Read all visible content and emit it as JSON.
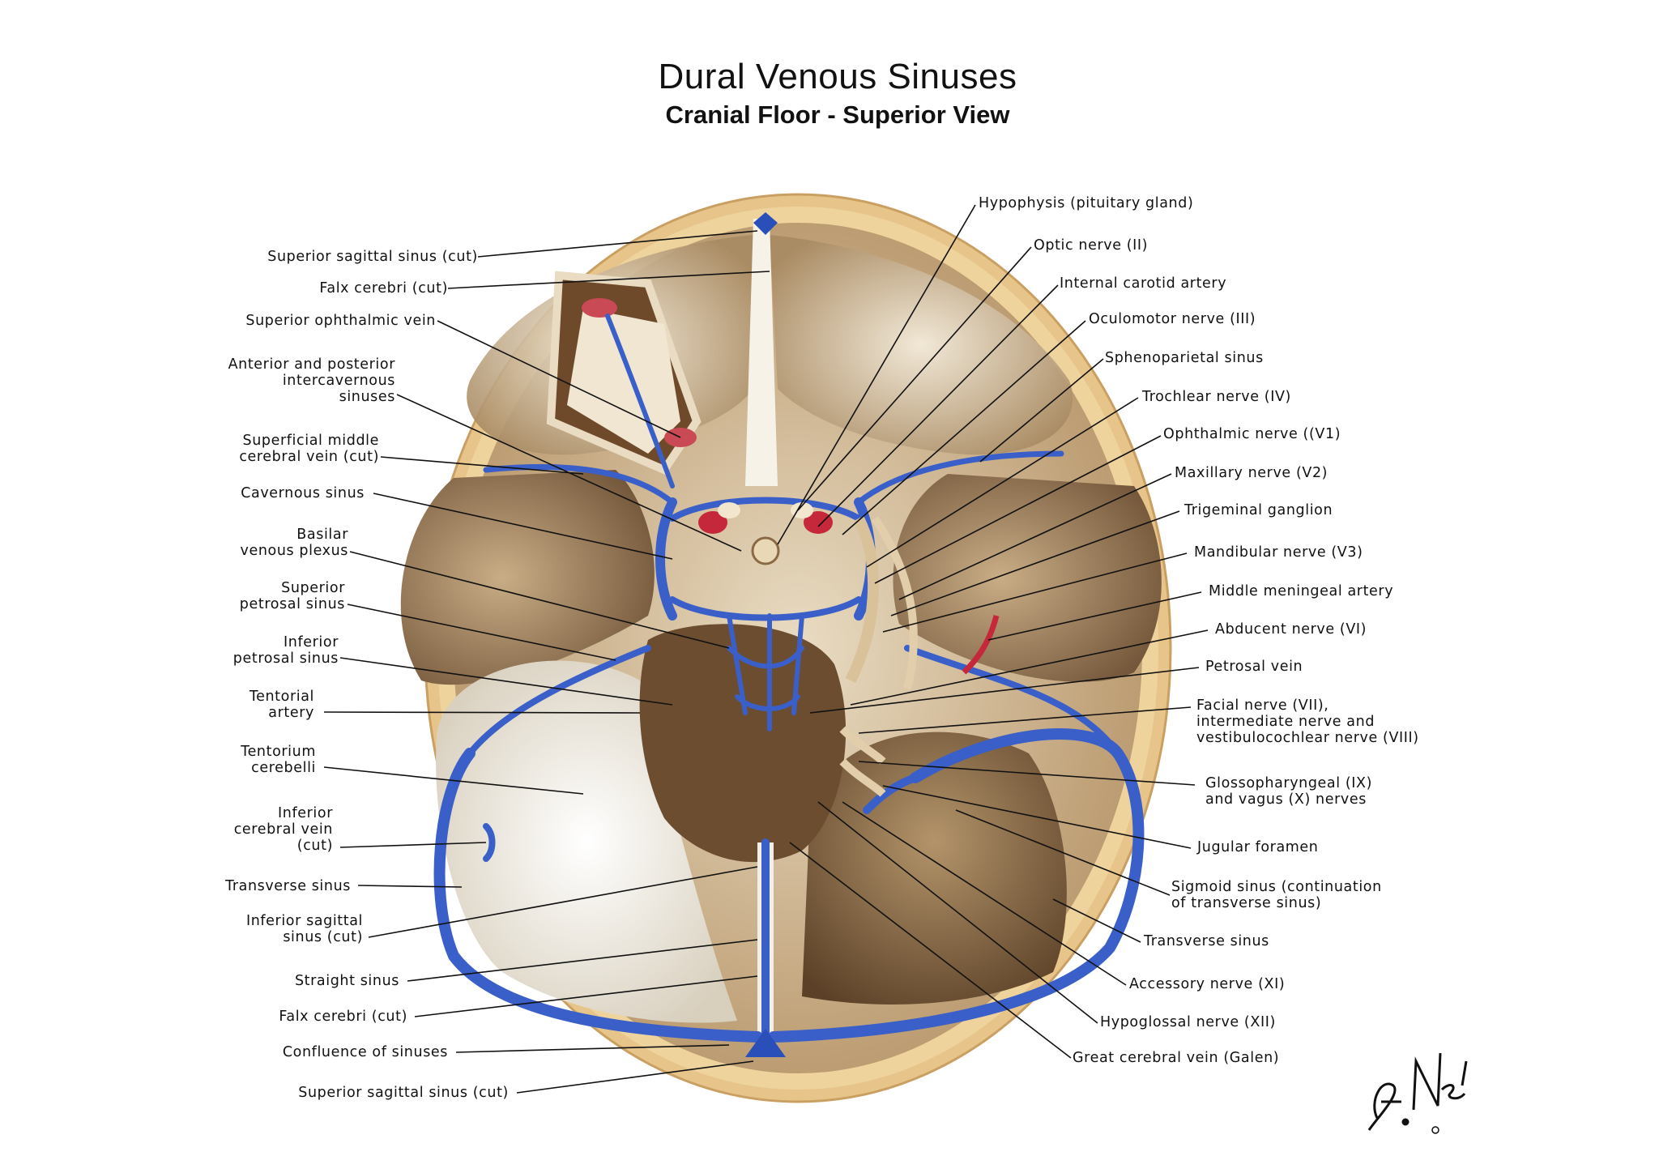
{
  "title": "Dural Venous Sinuses",
  "subtitle": "Cranial Floor - Superior View",
  "labels_left": [
    {
      "id": "superior-sagittal-sinus-cut-top",
      "text": "Superior sagittal sinus (cut)"
    },
    {
      "id": "falx-cerebri-cut-top",
      "text": "Falx cerebri (cut)"
    },
    {
      "id": "superior-ophthalmic-vein",
      "text": "Superior ophthalmic vein"
    },
    {
      "id": "intercavernous-sinuses",
      "text": "Anterior and posterior\nintercavernous\nsinuses"
    },
    {
      "id": "superficial-middle-cerebral-vein",
      "text": "Superficial middle\ncerebral vein (cut)"
    },
    {
      "id": "cavernous-sinus",
      "text": "Cavernous sinus"
    },
    {
      "id": "basilar-venous-plexus",
      "text": "Basilar\nvenous plexus"
    },
    {
      "id": "superior-petrosal-sinus",
      "text": "Superior\npetrosal sinus"
    },
    {
      "id": "inferior-petrosal-sinus",
      "text": "Inferior\npetrosal sinus"
    },
    {
      "id": "tentorial-artery",
      "text": "Tentorial\nartery"
    },
    {
      "id": "tentorium-cerebelli",
      "text": "Tentorium\ncerebelli"
    },
    {
      "id": "inferior-cerebral-vein",
      "text": "Inferior\ncerebral vein\n(cut)"
    },
    {
      "id": "transverse-sinus-left",
      "text": "Transverse sinus"
    },
    {
      "id": "inferior-sagittal-sinus",
      "text": "Inferior sagittal\nsinus (cut)"
    },
    {
      "id": "straight-sinus",
      "text": "Straight sinus"
    },
    {
      "id": "falx-cerebri-cut-bottom",
      "text": "Falx cerebri (cut)"
    },
    {
      "id": "confluence-of-sinuses",
      "text": "Confluence of sinuses"
    },
    {
      "id": "superior-sagittal-sinus-cut-bottom",
      "text": "Superior sagittal sinus (cut)"
    }
  ],
  "labels_right": [
    {
      "id": "hypophysis",
      "text": "Hypophysis (pituitary gland)"
    },
    {
      "id": "optic-nerve",
      "text": "Optic nerve (II)"
    },
    {
      "id": "internal-carotid-artery",
      "text": "Internal carotid artery"
    },
    {
      "id": "oculomotor-nerve",
      "text": "Oculomotor nerve (III)"
    },
    {
      "id": "sphenoparietal-sinus",
      "text": "Sphenoparietal sinus"
    },
    {
      "id": "trochlear-nerve",
      "text": "Trochlear nerve (IV)"
    },
    {
      "id": "ophthalmic-nerve",
      "text": "Ophthalmic nerve ((V1)"
    },
    {
      "id": "maxillary-nerve",
      "text": "Maxillary nerve (V2)"
    },
    {
      "id": "trigeminal-ganglion",
      "text": "Trigeminal ganglion"
    },
    {
      "id": "mandibular-nerve",
      "text": "Mandibular nerve (V3)"
    },
    {
      "id": "middle-meningeal-artery",
      "text": "Middle meningeal artery"
    },
    {
      "id": "abducent-nerve",
      "text": "Abducent nerve (VI)"
    },
    {
      "id": "petrosal-vein",
      "text": "Petrosal vein"
    },
    {
      "id": "facial-nerve",
      "text": "Facial nerve (VII),\nintermediate nerve and\nvestibulocochlear nerve (VIII)"
    },
    {
      "id": "glossopharyngeal-vagus",
      "text": "Glossopharyngeal (IX)\nand vagus (X) nerves"
    },
    {
      "id": "jugular-foramen",
      "text": "Jugular foramen"
    },
    {
      "id": "sigmoid-sinus",
      "text": "Sigmoid sinus (continuation\nof transverse sinus)"
    },
    {
      "id": "transverse-sinus-right",
      "text": "Transverse sinus"
    },
    {
      "id": "accessory-nerve",
      "text": "Accessory nerve (XI)"
    },
    {
      "id": "hypoglossal-nerve",
      "text": "Hypoglossal nerve (XII)"
    },
    {
      "id": "great-cerebral-vein",
      "text": "Great cerebral vein (Galen)"
    }
  ],
  "colors": {
    "vein": "#3a5fc8",
    "artery": "#c4283a",
    "bone": "#e8c98a",
    "dura": "#f2ecdc",
    "fossa": "#8a6a44"
  }
}
